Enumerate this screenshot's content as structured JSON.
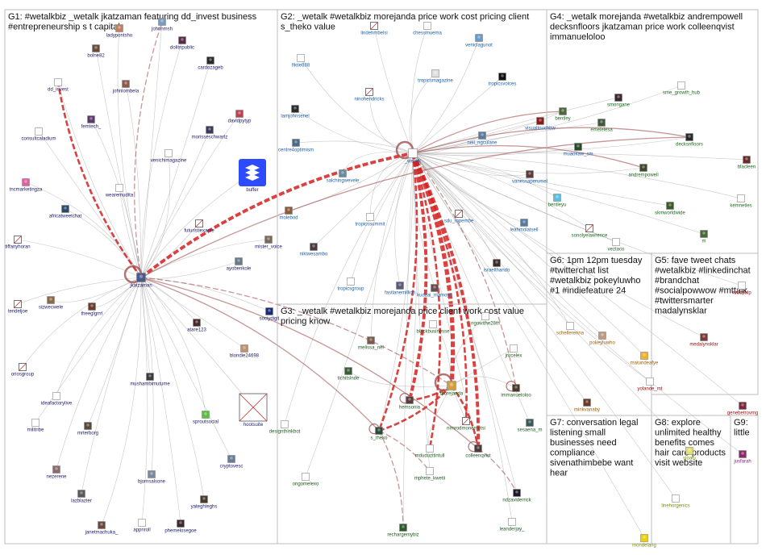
{
  "colors": {
    "edge": "#9a9a9a",
    "edge_strong": "#d62020",
    "edge_dark": "#a05050",
    "label_g1": "#1a1a6a",
    "label_g2": "#1f5fa8",
    "label_g3": "#1d5a1d",
    "label_g4": "#1d6a1d",
    "label_g5": "#a01010",
    "label_g6": "#a0600a",
    "label_g7": "#6a1a1a",
    "label_g8": "#7a8a10",
    "label_g9": "#7a1a7a"
  },
  "groups": [
    {
      "id": "G1",
      "title_lines": [
        "G1: #wetalkbiz _wetalk jkatzaman featuring dd_invest business",
        "#entrepreneurship s t capital"
      ],
      "label_color": "label_g1"
    },
    {
      "id": "G2",
      "title_lines": [
        "G2: _wetalk #wetalkbiz morejanda price work cost pricing client",
        "s_theko value"
      ],
      "label_color": "label_g2"
    },
    {
      "id": "G3",
      "title_lines": [
        "G3: _wetalk #wetalkbiz morejanda price client work cost value",
        "pricing know"
      ],
      "label_color": "label_g3"
    },
    {
      "id": "G4",
      "title_lines": [
        "G4: _wetalk morejanda #wetalkbiz andrempowell",
        "decksnfloors jkatzaman price work colleenqvist",
        "immanueloloo"
      ],
      "label_color": "label_g4"
    },
    {
      "id": "G5",
      "title_lines": [
        "G5: fave tweet chats",
        "#wetalkbiz #linkedinchat",
        "#brandchat",
        "#socialpowwow #mttalk",
        "#twittersmarter",
        "madalynsklar"
      ],
      "label_color": "label_g5"
    },
    {
      "id": "G6",
      "title_lines": [
        "G6: 1pm 12pm tuesday",
        "#twitterchat list",
        "#wetalkbiz pokeyluwho",
        "#1 #indiefeature 24"
      ],
      "label_color": "label_g6"
    },
    {
      "id": "G7",
      "title_lines": [
        "G7: conversation legal",
        "listening small",
        "businesses need",
        "compliance",
        "sivenathimbebe want",
        "hear"
      ],
      "label_color": "label_g7"
    },
    {
      "id": "G8",
      "title_lines": [
        "G8: explore",
        "unlimited healthy",
        "benefits comes",
        "hair care products",
        "visit website"
      ],
      "label_color": "label_g8"
    },
    {
      "id": "G9",
      "title_lines": [
        "G9:",
        "little"
      ],
      "label_color": "label_g9"
    }
  ],
  "nodes": [
    {
      "id": "jkatzaman",
      "label": "jkatzaman",
      "group": "G1",
      "icon": "avatar",
      "color": "#4a5a8a"
    },
    {
      "id": "johnnmsh",
      "label": "johnnmsh",
      "group": "G1",
      "icon": "avatar",
      "color": "#7a9ac0"
    },
    {
      "id": "ladypontsho",
      "label": "ladypontsho",
      "group": "G1",
      "icon": "avatar",
      "color": "#c08060"
    },
    {
      "id": "bolne82",
      "label": "bolne82",
      "group": "G1",
      "icon": "avatar",
      "color": "#6a4a3a"
    },
    {
      "id": "dolitnpublic",
      "label": "dolitnpublic",
      "group": "G1",
      "icon": "avatar",
      "color": "#5a2a4a"
    },
    {
      "id": "cardozageb",
      "label": "cardozageb",
      "group": "G1",
      "icon": "avatar",
      "color": "#2a2a2a"
    },
    {
      "id": "dd_invest",
      "label": "dd_invest",
      "group": "G1",
      "icon": "avatar",
      "color": "#ffffff"
    },
    {
      "id": "johnlombela",
      "label": "johnlombela",
      "group": "G1",
      "icon": "avatar",
      "color": "#8a5a4a"
    },
    {
      "id": "davidpytyp",
      "label": "davidpytyp",
      "group": "G1",
      "icon": "avatar",
      "color": "#c04050"
    },
    {
      "id": "femtech_",
      "label": "femtech_",
      "group": "G1",
      "icon": "avatar",
      "color": "#5a3a6a"
    },
    {
      "id": "morisseschwartz",
      "label": "morisseschwartz",
      "group": "G1",
      "icon": "avatar",
      "color": "#3a3a5a"
    },
    {
      "id": "consultcaladium",
      "label": "consultcaladium",
      "group": "G1",
      "icon": "avatar",
      "color": "#ffffff"
    },
    {
      "id": "venichimagazine",
      "label": "venichimagazine",
      "group": "G1",
      "icon": "avatar",
      "color": "#ffffff"
    },
    {
      "id": "buffer",
      "label": "buffer",
      "group": "G1",
      "icon": "logo",
      "color": "#2c4bff"
    },
    {
      "id": "tncmarketingza",
      "label": "tncmarketingza",
      "group": "G1",
      "icon": "avatar",
      "color": "#e060a0"
    },
    {
      "id": "wearemudita",
      "label": "wearemudita",
      "group": "G1",
      "icon": "avatar",
      "color": "#ffffff"
    },
    {
      "id": "africatweetchat",
      "label": "africatweetchat",
      "group": "G1",
      "icon": "avatar",
      "color": "#2a4a6a"
    },
    {
      "id": "futuristiexame",
      "label": "futuristiexame",
      "group": "G1",
      "icon": "missing",
      "color": "#ffffff"
    },
    {
      "id": "mister_voice",
      "label": "mister_voice",
      "group": "G1",
      "icon": "avatar",
      "color": "#7a6a5a"
    },
    {
      "id": "tiffanyhoran",
      "label": "tiffanyhoran",
      "group": "G1",
      "icon": "missing",
      "color": "#ffffff"
    },
    {
      "id": "ayobenkole",
      "label": "ayobenkole",
      "group": "G1",
      "icon": "avatar",
      "color": "#6a7a8a"
    },
    {
      "id": "tendeljoe",
      "label": "tendeljoe",
      "group": "G1",
      "icon": "missing",
      "color": "#ffffff"
    },
    {
      "id": "sizwecwele",
      "label": "sizwecwele",
      "group": "G1",
      "icon": "avatar",
      "color": "#8a6a4a"
    },
    {
      "id": "theeglgrrrl",
      "label": "theeglgrrrl",
      "group": "G1",
      "icon": "avatar",
      "color": "#6a3a2a"
    },
    {
      "id": "sociydigit",
      "label": "sociydigit",
      "group": "G1",
      "icon": "avatar",
      "color": "#1a2a7a"
    },
    {
      "id": "atare123",
      "label": "atare123",
      "group": "G1",
      "icon": "avatar",
      "color": "#4a2a2a"
    },
    {
      "id": "blondie24698",
      "label": "blondie24698",
      "group": "G1",
      "icon": "avatar",
      "color": "#c09070"
    },
    {
      "id": "oriosgroup",
      "label": "oriosgroup",
      "group": "G1",
      "icon": "missing",
      "color": "#ffffff"
    },
    {
      "id": "mushambimutume",
      "label": "mushambimutume",
      "group": "G1",
      "icon": "avatar",
      "color": "#3a3a3a"
    },
    {
      "id": "ideafactorylive",
      "label": "ideafactorylive",
      "group": "G1",
      "icon": "avatar",
      "color": "#ffffff"
    },
    {
      "id": "hootsuite",
      "label": "hootsuite",
      "group": "G1",
      "icon": "missing",
      "color": "#ffffff"
    },
    {
      "id": "sproutsocial",
      "label": "sproutsocial",
      "group": "G1",
      "icon": "avatar",
      "color": "#5ac040"
    },
    {
      "id": "militribe",
      "label": "militribe",
      "group": "G1",
      "icon": "avatar",
      "color": "#ffffff"
    },
    {
      "id": "mrterborg",
      "label": "mrterborg",
      "group": "G1",
      "icon": "avatar",
      "color": "#5a4a3a"
    },
    {
      "id": "cryptovesc",
      "label": "cryptovesc",
      "group": "G1",
      "icon": "avatar",
      "color": "#6a7a9a"
    },
    {
      "id": "nezerene",
      "label": "nezerene",
      "group": "G1",
      "icon": "avatar",
      "color": "#8a6a6a"
    },
    {
      "id": "bjornsalsone",
      "label": "bjornsalsone",
      "group": "G1",
      "icon": "avatar",
      "color": "#7a8aa0"
    },
    {
      "id": "lazblazter",
      "label": "lazblazter",
      "group": "G1",
      "icon": "avatar",
      "color": "#5a5a5a"
    },
    {
      "id": "yateghteghs",
      "label": "yateghteghs",
      "group": "G1",
      "icon": "avatar",
      "color": "#4a3a2a"
    },
    {
      "id": "janetmachuka_",
      "label": "janetmachuka_",
      "group": "G1",
      "icon": "avatar",
      "color": "#6a4a3a"
    },
    {
      "id": "appnroll",
      "label": "appnroll",
      "group": "G1",
      "icon": "avatar",
      "color": "#ffffff"
    },
    {
      "id": "phemelosegoe",
      "label": "phemelosegoe",
      "group": "G1",
      "icon": "avatar",
      "color": "#3a2a2a"
    },
    {
      "id": "_wetalk",
      "label": "_wetalk",
      "group": "G2",
      "icon": "avatar",
      "color": "#ffffff"
    },
    {
      "id": "lindehmbelsi",
      "label": "lindehmbelsi",
      "group": "G2",
      "icon": "missing",
      "color": "#ffffff"
    },
    {
      "id": "chessmuema",
      "label": "chessmuema",
      "group": "G2",
      "icon": "avatar",
      "color": "#ffffff"
    },
    {
      "id": "veniclagunot",
      "label": "veniclagunot",
      "group": "G2",
      "icon": "avatar",
      "color": "#6a9aca"
    },
    {
      "id": "fiktie888",
      "label": "fiktie888",
      "group": "G2",
      "icon": "avatar",
      "color": "#ffffff"
    },
    {
      "id": "tropicsmagazine",
      "label": "tropicsmagazine",
      "group": "G2",
      "icon": "avatar",
      "color": "#e0e0e0"
    },
    {
      "id": "tropicsvoices",
      "label": "tropicsvoices",
      "group": "G2",
      "icon": "avatar",
      "color": "#111111"
    },
    {
      "id": "ninohendricks",
      "label": "ninohendricks",
      "group": "G2",
      "icon": "missing",
      "color": "#ffffff"
    },
    {
      "id": "lamjohnsenel",
      "label": "lamjohnsenel",
      "group": "G2",
      "icon": "avatar",
      "color": "#2a2a2a"
    },
    {
      "id": "visualtouchbw",
      "label": "visualtouchbw",
      "group": "G2",
      "icon": "avatar",
      "color": "#8a1a1a"
    },
    {
      "id": "neil_ngculane",
      "label": "neil_ngculane",
      "group": "G2",
      "icon": "avatar",
      "color": "#5a7aa0"
    },
    {
      "id": "centre4optimism",
      "label": "centre4optimism",
      "group": "G2",
      "icon": "avatar",
      "color": "#4a6a8a"
    },
    {
      "id": "salchingwevele",
      "label": "salchingwevele",
      "group": "G2",
      "icon": "avatar",
      "color": "#6a8aa0"
    },
    {
      "id": "muaokaw_sm",
      "label": "muaokaw_sm",
      "group": "G2",
      "icon": "avatar",
      "color": "#2a4a2a"
    },
    {
      "id": "vanessaperumel",
      "label": "vanessaperumel",
      "group": "G2",
      "icon": "avatar",
      "color": "#5a3a3a"
    },
    {
      "id": "molebod",
      "label": "molebod",
      "group": "G2",
      "icon": "avatar",
      "color": "#8a5a3a"
    },
    {
      "id": "sdu_mpembe",
      "label": "sdu_mpembe",
      "group": "G2",
      "icon": "missing",
      "color": "#ffffff"
    },
    {
      "id": "tropicssummit",
      "label": "tropicssummit",
      "group": "G2",
      "icon": "avatar",
      "color": "#ffffff"
    },
    {
      "id": "leahmolatsell",
      "label": "leahmolatsell",
      "group": "G2",
      "icon": "avatar",
      "color": "#5a7aa0"
    },
    {
      "id": "nikiwesambo",
      "label": "nikiwesambo",
      "group": "G2",
      "icon": "avatar",
      "color": "#4a3a3a"
    },
    {
      "id": "israelthando",
      "label": "israelthando",
      "group": "G2",
      "icon": "avatar",
      "color": "#3a2a2a"
    },
    {
      "id": "tropicsgroup",
      "label": "tropicsgroup",
      "group": "G2",
      "icon": "avatar",
      "color": "#ffffff"
    },
    {
      "id": "fastlanemillion",
      "label": "fastlanemillion",
      "group": "G2",
      "icon": "avatar",
      "color": "#5a5a7a"
    },
    {
      "id": "kudzai_mamoyo",
      "label": "kudzai_mamoyo",
      "group": "G2",
      "icon": "avatar",
      "color": "#6a4a4a"
    },
    {
      "id": "melissa_nel",
      "label": "melissa_nel",
      "group": "G3",
      "icon": "avatar",
      "color": "#7a5a4a"
    },
    {
      "id": "blackbusinesse",
      "label": "blackbusinesse",
      "group": "G3",
      "icon": "avatar",
      "color": "#ffffff"
    },
    {
      "id": "ngowithe28th",
      "label": "ngowithe28th",
      "group": "G3",
      "icon": "avatar",
      "color": "#ffffff"
    },
    {
      "id": "tichitslnde",
      "label": "tichitslnde",
      "group": "G3",
      "icon": "avatar",
      "color": "#3a5a3a"
    },
    {
      "id": "jnrcelex",
      "label": "jnrcelex",
      "group": "G3",
      "icon": "avatar",
      "color": "#ffffff"
    },
    {
      "id": "hemsonia",
      "label": "hemsonia",
      "group": "G3",
      "icon": "avatar",
      "color": "#5a3a3a"
    },
    {
      "id": "morejanda",
      "label": "morejanda",
      "group": "G3",
      "icon": "avatar",
      "color": "#d0a040"
    },
    {
      "id": "immanueloloo",
      "label": "immanueloloo",
      "group": "G3",
      "icon": "avatar",
      "color": "#4a3a2a"
    },
    {
      "id": "designthinkbot",
      "label": "designthinkbot",
      "group": "G3",
      "icon": "avatar",
      "color": "#ffffff"
    },
    {
      "id": "nimrodmonemetsi",
      "label": "nimrodmonemetsi",
      "group": "G3",
      "icon": "missing",
      "color": "#ffffff"
    },
    {
      "id": "sesaena_m",
      "label": "sesaena_m",
      "group": "G3",
      "icon": "avatar",
      "color": "#3a5a5a"
    },
    {
      "id": "s_theko",
      "label": "s_theko",
      "group": "G3",
      "icon": "avatar",
      "color": "#2a4a3a"
    },
    {
      "id": "mduduzitintull",
      "label": "mduduzitintull",
      "group": "G3",
      "icon": "avatar",
      "color": "#ffffff"
    },
    {
      "id": "colleenqvist",
      "label": "colleenqvist",
      "group": "G3",
      "icon": "avatar",
      "color": "#4a3a3a"
    },
    {
      "id": "ongomelexo",
      "label": "ongomelexo",
      "group": "G3",
      "icon": "avatar",
      "color": "#ffffff"
    },
    {
      "id": "mphete_kwetii",
      "label": "mphete_kwetii",
      "group": "G3",
      "icon": "avatar",
      "color": "#ffffff"
    },
    {
      "id": "ndzaviderrick",
      "label": "ndzaviderrick",
      "group": "G3",
      "icon": "avatar",
      "color": "#1a1a2a"
    },
    {
      "id": "leanderjay_",
      "label": "leanderjay_",
      "group": "G3",
      "icon": "avatar",
      "color": "#ffffff"
    },
    {
      "id": "rechargemybiz",
      "label": "rechargemybiz",
      "group": "G3",
      "icon": "avatar",
      "color": "#2a5a2a"
    },
    {
      "id": "bentley",
      "label": "bentley",
      "group": "G4",
      "icon": "avatar",
      "color": "#4a6a3a"
    },
    {
      "id": "smongane",
      "label": "smongane",
      "group": "G4",
      "icon": "avatar",
      "color": "#3a2a2a"
    },
    {
      "id": "sme_growth_hub",
      "label": "sme_growth_hub",
      "group": "G4",
      "icon": "avatar",
      "color": "#ffffff"
    },
    {
      "id": "emelelesa",
      "label": "emelelesa",
      "group": "G4",
      "icon": "avatar",
      "color": "#3a5a3a"
    },
    {
      "id": "decksnfloors",
      "label": "decksnfloors",
      "group": "G4",
      "icon": "avatar",
      "color": "#2a2a2a"
    },
    {
      "id": "blacleen",
      "label": "blacleen",
      "group": "G4",
      "icon": "avatar",
      "color": "#6a2a2a"
    },
    {
      "id": "andrempowell",
      "label": "andrempowell",
      "group": "G4",
      "icon": "avatar",
      "color": "#3a4a2a"
    },
    {
      "id": "bentleyu",
      "label": "bentleyu",
      "group": "G4",
      "icon": "avatar",
      "color": "#5ac0e0"
    },
    {
      "id": "kemnetles",
      "label": "kemnetles",
      "group": "G4",
      "icon": "avatar",
      "color": "#ffffff"
    },
    {
      "id": "skmworldwide",
      "label": "skmworldwide",
      "group": "G4",
      "icon": "avatar",
      "color": "#3a5a2a"
    },
    {
      "id": "sonolyelawrence",
      "label": "sonolyelawrence",
      "group": "G4",
      "icon": "missing",
      "color": "#ffffff"
    },
    {
      "id": "m",
      "label": "m",
      "group": "G4",
      "icon": "avatar",
      "color": "#4a6a3a"
    },
    {
      "id": "veztaco",
      "label": "veztaco",
      "group": "G4",
      "icon": "avatar",
      "color": "#ffffff"
    },
    {
      "id": "robopulp",
      "label": "robopulp",
      "group": "G5",
      "icon": "avatar",
      "color": "#ffffff"
    },
    {
      "id": "medalynsklar",
      "label": "medalynsklar",
      "group": "G5",
      "icon": "avatar",
      "color": "#7a3a3a"
    },
    {
      "id": "yolande_mt",
      "label": "yolande_mt",
      "group": "G5",
      "icon": "avatar",
      "color": "#ffffff"
    },
    {
      "id": "genebetrovmg",
      "label": "genebetrovmg",
      "group": "G5",
      "icon": "avatar",
      "color": "#7a2a3a"
    },
    {
      "id": "schellerenna",
      "label": "schellerenna",
      "group": "G6",
      "icon": "avatar",
      "color": "#ffffff"
    },
    {
      "id": "pokeyluwho",
      "label": "pokeyluwho",
      "group": "G6",
      "icon": "avatar",
      "color": "#c09a80"
    },
    {
      "id": "matundeafye",
      "label": "matundeafye",
      "group": "G6",
      "icon": "avatar",
      "color": "#f0b030"
    },
    {
      "id": "minkvanaby",
      "label": "minkvanaby",
      "group": "G6",
      "icon": "avatar",
      "color": "#6a3a2a"
    },
    {
      "id": "mondelang",
      "label": "mondelang",
      "group": "G8",
      "icon": "avatar",
      "color": "#f0d000"
    },
    {
      "id": "sjoalu",
      "label": "sjoalu",
      "group": "G8",
      "icon": "avatar",
      "color": "#e0e070"
    },
    {
      "id": "linehorgenics",
      "label": "linehorgenics",
      "group": "G8",
      "icon": "avatar",
      "color": "#ffffff"
    },
    {
      "id": "jusfarah",
      "label": "jusfarah",
      "group": "G9",
      "icon": "avatar",
      "color": "#8a2a6a"
    }
  ]
}
